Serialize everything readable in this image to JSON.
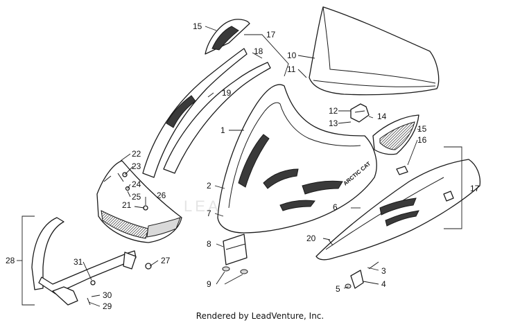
{
  "callouts": [
    "1",
    "2",
    "3",
    "4",
    "5",
    "6",
    "7",
    "8",
    "9",
    "10",
    "11",
    "12",
    "13",
    "14",
    "15",
    "15",
    "16",
    "17",
    "17",
    "18",
    "19",
    "20",
    "21",
    "22",
    "23",
    "24",
    "25",
    "26",
    "27",
    "28",
    "29",
    "30",
    "31"
  ],
  "watermark": "LEADVENTURE",
  "hood_logo": "ARCTIC CAT",
  "footer": "Rendered by LeadVenture, Inc."
}
